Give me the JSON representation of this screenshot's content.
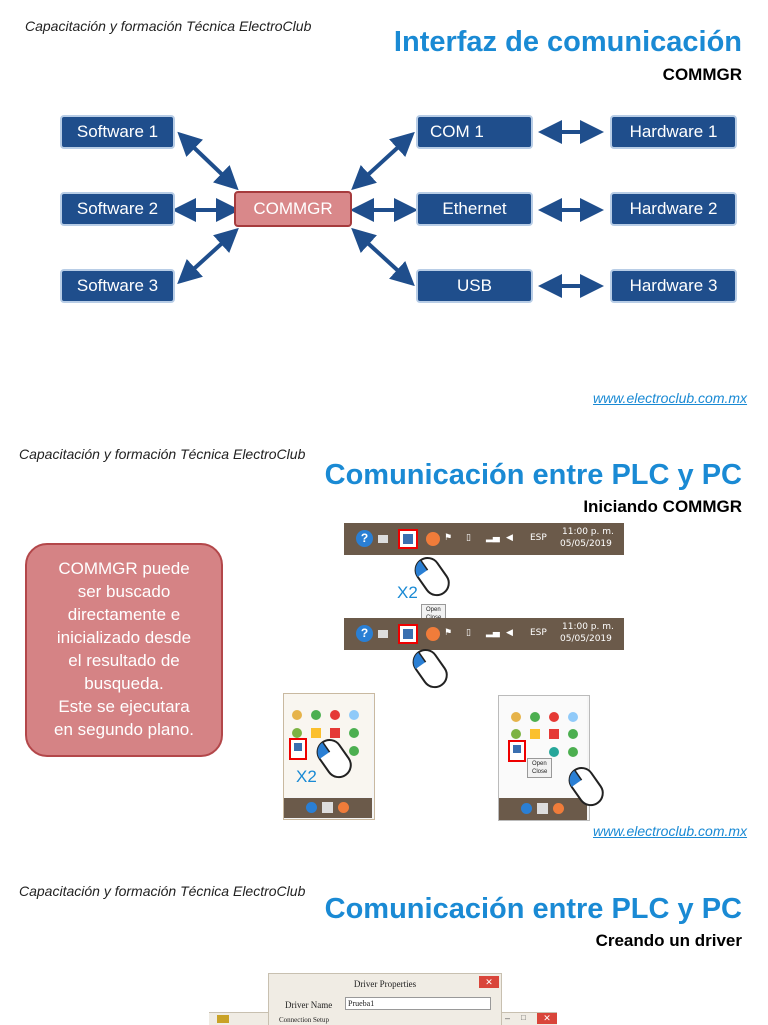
{
  "slide1": {
    "header": "Capacitación y formación Técnica ElectroClub",
    "title": "Interfaz de comunicación",
    "subtitle": "COMMGR",
    "software": [
      "Software 1",
      "Software 2",
      "Software 3"
    ],
    "center": "COMMGR",
    "interfaces": [
      "COM 1",
      "Ethernet",
      "USB"
    ],
    "hardware": [
      "Hardware 1",
      "Hardware 2",
      "Hardware 3"
    ],
    "link": "www.electroclub.com.mx",
    "colors": {
      "box": "#1f4e8c",
      "commgr": "#d9888a",
      "title": "#1a8ad4"
    }
  },
  "slide2": {
    "header": "Capacitación y formación Técnica ElectroClub",
    "title": "Comunicación entre PLC y PC",
    "subtitle": "Iniciando COMMGR",
    "note_lines": [
      "COMMGR puede",
      "ser buscado",
      "directamente e",
      "inicializado desde",
      "el resultado de",
      "busqueda.",
      "Este se ejecutara",
      "en segundo plano."
    ],
    "taskbar": {
      "lang": "ESP",
      "time": "11:00 p. m.",
      "date": "05/05/2019"
    },
    "click_label": "X2",
    "menu": [
      "Open",
      "Close"
    ],
    "link": "www.electroclub.com.mx"
  },
  "slide3": {
    "header": "Capacitación y formación Técnica ElectroClub",
    "title": "Comunicación entre PLC y PC",
    "subtitle": "Creando un driver",
    "dialog_title": "Driver Properties",
    "driver_name_label": "Driver Name",
    "driver_name_value": "Prueba1",
    "connection_setup": "Connection Setup"
  }
}
